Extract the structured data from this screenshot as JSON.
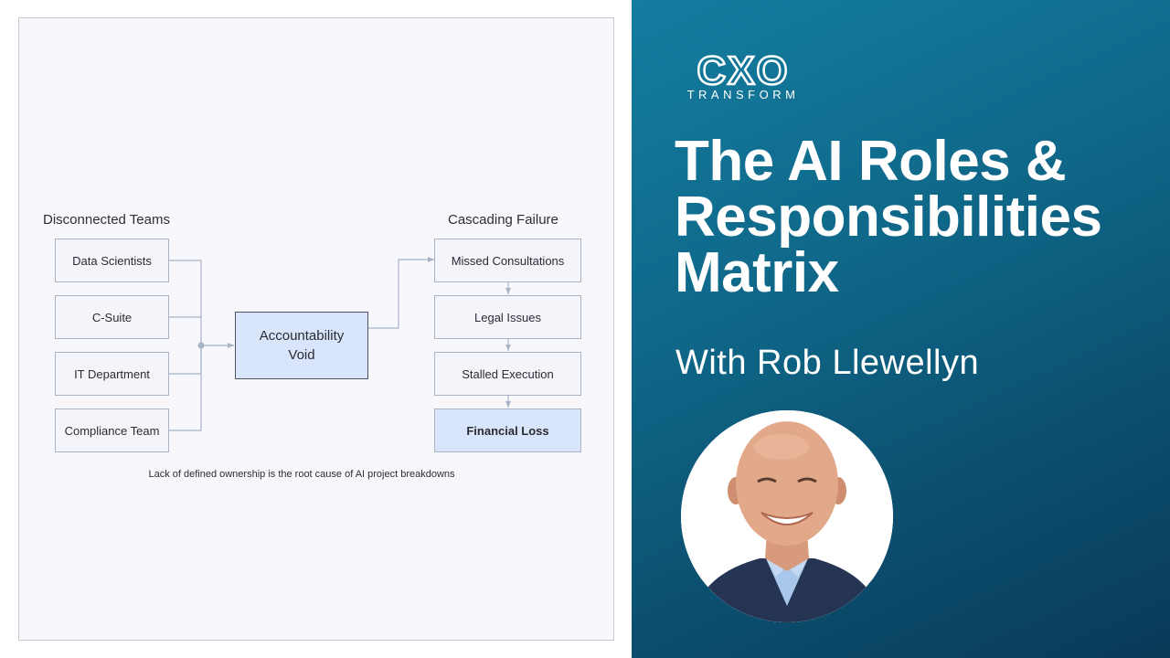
{
  "diagram": {
    "left_heading": "Disconnected Teams",
    "right_heading": "Cascading Failure",
    "teams": [
      "Data Scientists",
      "C-Suite",
      "IT Department",
      "Compliance Team"
    ],
    "center_node": "Accountability Void",
    "failures": [
      "Missed Consultations",
      "Legal Issues",
      "Stalled Execution",
      "Financial Loss"
    ],
    "caption": "Lack of defined ownership is the root cause of AI project breakdowns",
    "colors": {
      "node_fill": "#f4f4fb",
      "highlight_fill": "#d9e5fb",
      "node_border": "#a9b3c6",
      "connector": "#a9b3c6"
    }
  },
  "brand": {
    "logo_main": "CXO",
    "logo_sub": "TRANSFORM",
    "title_lines": [
      "The AI Roles &",
      "Responsibilities",
      "Matrix"
    ],
    "subtitle": "With Rob Llewellyn",
    "colors": {
      "panel_start": "#147da0",
      "panel_end": "#093a58",
      "text": "#ffffff"
    }
  },
  "presenter": {
    "avatar_icon": "presenter-portrait-icon"
  }
}
